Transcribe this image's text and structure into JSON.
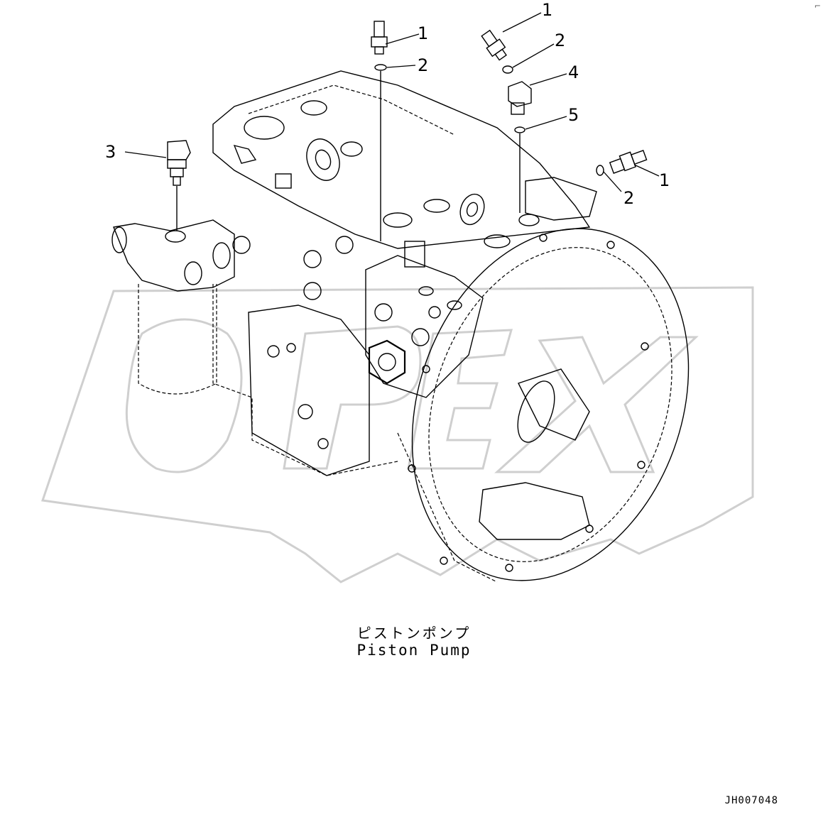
{
  "diagram": {
    "caption_jp": "ピストンポンプ",
    "caption_en": "Piston Pump",
    "drawing_id": "JH007048",
    "callouts": [
      {
        "id": "c1a",
        "label": "1"
      },
      {
        "id": "c2a",
        "label": "2"
      },
      {
        "id": "c1b",
        "label": "1"
      },
      {
        "id": "c2b",
        "label": "2"
      },
      {
        "id": "c4",
        "label": "4"
      },
      {
        "id": "c5",
        "label": "5"
      },
      {
        "id": "c3",
        "label": "3"
      },
      {
        "id": "c1c",
        "label": "1"
      },
      {
        "id": "c2c",
        "label": "2"
      }
    ]
  }
}
